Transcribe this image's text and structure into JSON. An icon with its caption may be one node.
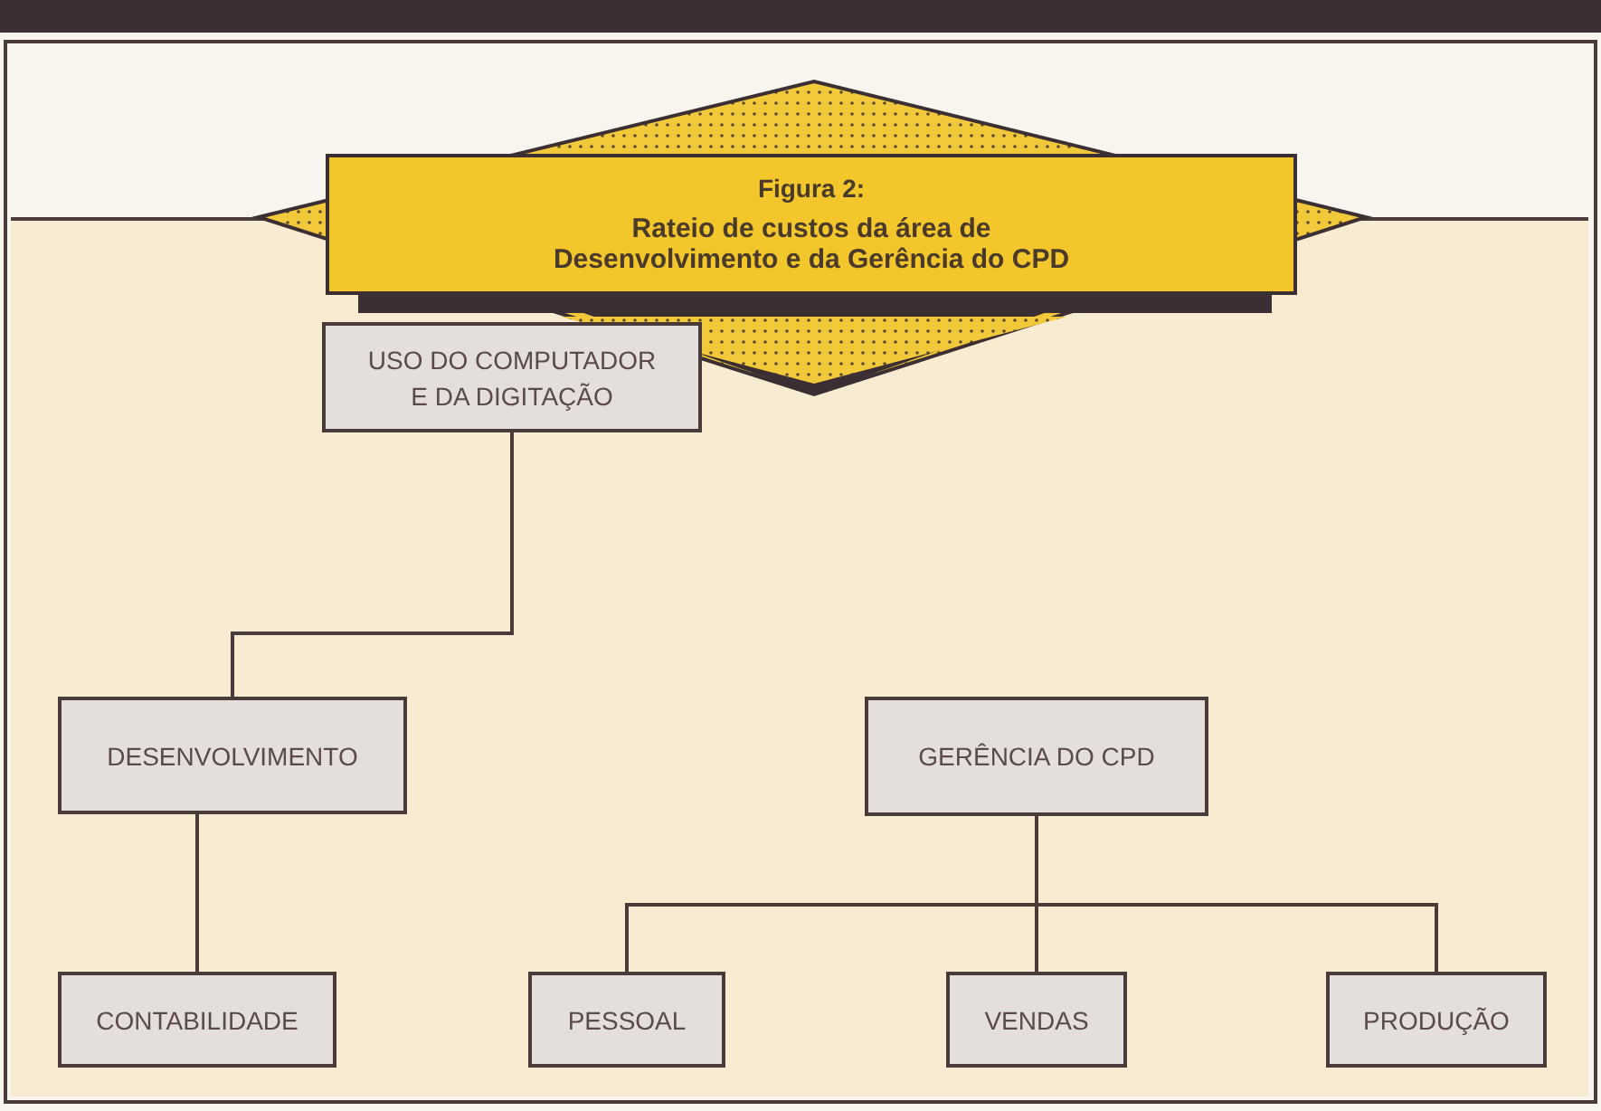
{
  "diagram": {
    "nodes": [
      {
        "text": [
          "Figura 2:",
          "Rateio de custos da área de Desenvolvimento e da Gerência do CPD"
        ]
      },
      {
        "text": [
          "USO DO COMPUTADOR E DA DIGITAÇÃO"
        ]
      },
      {
        "text": [
          "DESENVOLVIMENTO"
        ]
      },
      {
        "text": [
          "GERÊNCIA DO CPD"
        ]
      },
      {
        "text": [
          "CONTABILIDADE"
        ]
      },
      {
        "text": [
          "PESSOAL"
        ]
      },
      {
        "text": [
          "VENDAS"
        ]
      },
      {
        "text": [
          "PRODUÇÃO"
        ]
      }
    ],
    "edges": [
      {
        "from": 1,
        "to": 2,
        "arrow": "none"
      },
      {
        "from": 2,
        "to": 4,
        "arrow": "none"
      },
      {
        "from": 3,
        "to": 5,
        "arrow": "none"
      },
      {
        "from": 3,
        "to": 6,
        "arrow": "none"
      },
      {
        "from": 3,
        "to": 7,
        "arrow": "none"
      }
    ]
  }
}
